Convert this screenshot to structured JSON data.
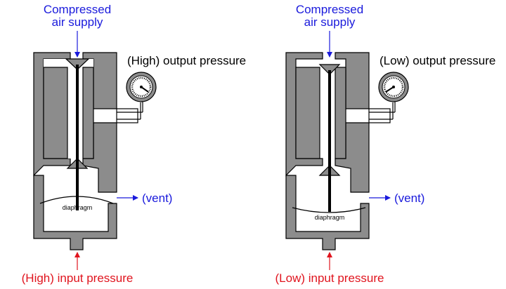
{
  "diagrams": [
    {
      "supply_label_line1": "Compressed",
      "supply_label_line2": "air supply",
      "output_label": "(High) output pressure",
      "vent_label": "(vent)",
      "diaphragm_label": "diaphragm",
      "input_label": "(High) input pressure"
    },
    {
      "supply_label_line1": "Compressed",
      "supply_label_line2": "air supply",
      "output_label": "(Low) output pressure",
      "vent_label": "(vent)",
      "diaphragm_label": "diaphragm",
      "input_label": "(Low) input pressure"
    }
  ],
  "colors": {
    "supply_arrow": "#1a1adc",
    "input_arrow": "#e0141e",
    "body": "#8c8c8c"
  }
}
